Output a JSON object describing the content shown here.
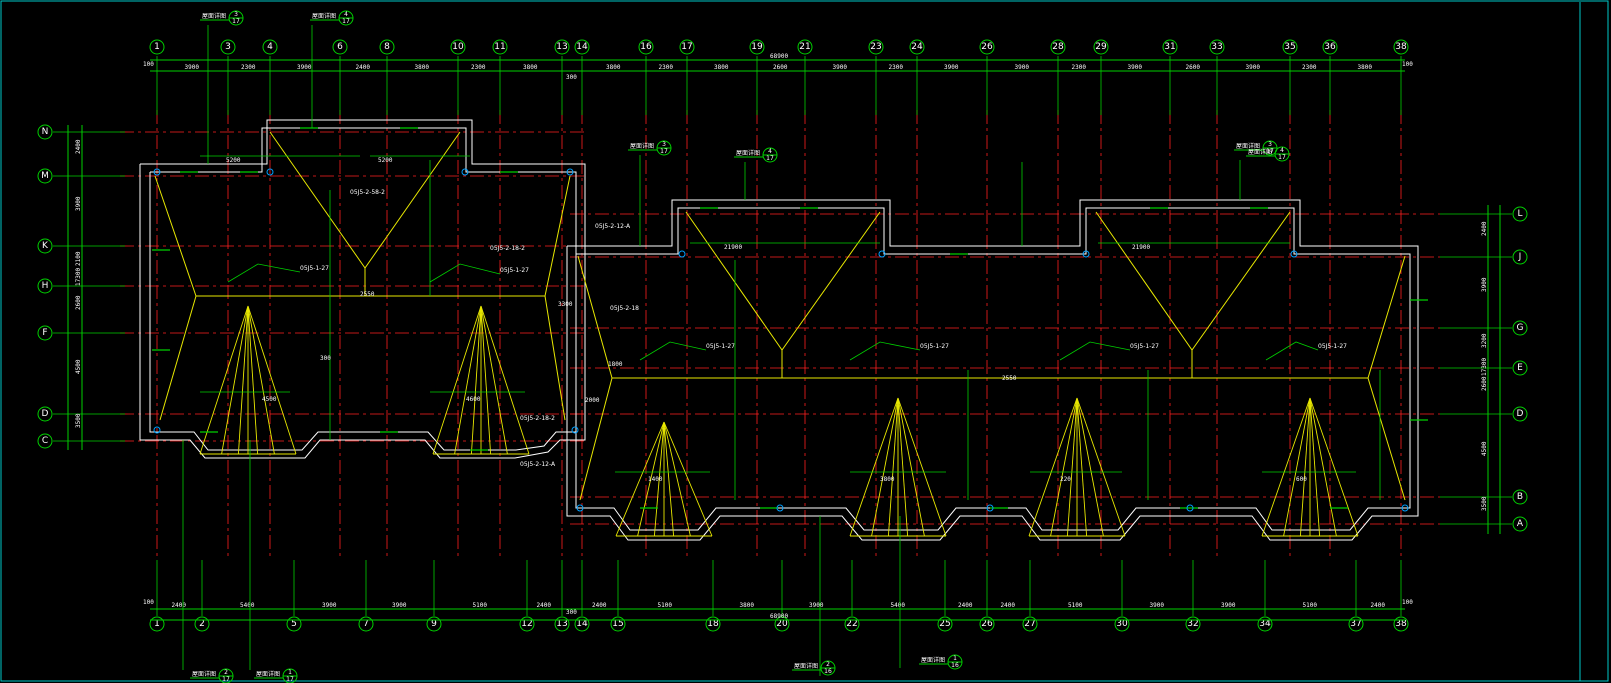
{
  "colors": {
    "background": "#000000",
    "frame": "#00c8c8",
    "axis": "#ff2020",
    "wall": "#ffffff",
    "ridge": "#e8e800",
    "dimension": "#00d000",
    "bubble": "#00d000"
  },
  "top_axes": [
    "1",
    "3",
    "4",
    "6",
    "8",
    "10",
    "11",
    "13",
    "14",
    "16",
    "17",
    "19",
    "21",
    "23",
    "24",
    "26",
    "28",
    "29",
    "31",
    "33",
    "35",
    "36",
    "38"
  ],
  "bottom_axes": [
    "1",
    "2",
    "5",
    "7",
    "9",
    "12",
    "13",
    "14",
    "15",
    "18",
    "20",
    "22",
    "25",
    "26",
    "27",
    "30",
    "32",
    "34",
    "37",
    "38"
  ],
  "left_axes": [
    "N",
    "M",
    "K",
    "H",
    "F",
    "D",
    "C"
  ],
  "right_axes": [
    "L",
    "J",
    "G",
    "E",
    "D",
    "B",
    "A"
  ],
  "top_dims": [
    "3900",
    "2300",
    "3900",
    "2400",
    "3800",
    "2300",
    "3800",
    "3800",
    "2300",
    "3800",
    "2600",
    "3900",
    "2300",
    "3900",
    "3900",
    "2300",
    "3900",
    "2600",
    "3900",
    "2300",
    "3800"
  ],
  "bottom_dims": [
    "2400",
    "5400",
    "3900",
    "3900",
    "5100",
    "2400",
    "2400",
    "5100",
    "3800",
    "3900",
    "5400",
    "2400",
    "2400",
    "5100",
    "3900",
    "3900",
    "5100",
    "2400"
  ],
  "top_total": "68900",
  "bottom_total": "68900",
  "center_gap": "300",
  "edge_dim": "100",
  "left_dims": [
    "2400",
    "3900",
    "2100",
    "17300",
    "2600",
    "4500",
    "3500"
  ],
  "right_dims": [
    "2400",
    "3900",
    "3200",
    "17300",
    "2600",
    "4500",
    "3500"
  ],
  "roof_dims": [
    "5200",
    "5200",
    "21900",
    "21900",
    "2550",
    "2550",
    "4500",
    "4600",
    "1400",
    "3800",
    "220",
    "600",
    "300",
    "2000",
    "1800",
    "3300"
  ],
  "callouts": [
    {
      "id": "c1",
      "title": "屋面详图",
      "num": "3",
      "sheet": "17"
    },
    {
      "id": "c2",
      "title": "屋面详图",
      "num": "4",
      "sheet": "17"
    },
    {
      "id": "c3",
      "title": "屋面详图",
      "num": "3",
      "sheet": "17"
    },
    {
      "id": "c4",
      "title": "屋面详图",
      "num": "4",
      "sheet": "17"
    },
    {
      "id": "c5",
      "title": "屋面详图",
      "num": "3",
      "sheet": "17"
    },
    {
      "id": "c6",
      "title": "屋面详图",
      "num": "4",
      "sheet": "17"
    },
    {
      "id": "c7",
      "title": "屋面详图",
      "num": "2",
      "sheet": "17"
    },
    {
      "id": "c8",
      "title": "屋面详图",
      "num": "1",
      "sheet": "17"
    },
    {
      "id": "c9",
      "title": "屋面详图",
      "num": "2",
      "sheet": "16"
    },
    {
      "id": "c10",
      "title": "屋面详图",
      "num": "1",
      "sheet": "16"
    }
  ],
  "notes": [
    "05J5-2-58-2",
    "05J5-1-27",
    "05J5-1-27",
    "05J5-2-18-2",
    "05J5-2-12-A",
    "05J5-2-18",
    "05J5-1-27",
    "05J5-1-27",
    "05J5-1-27",
    "05J5-1-27",
    "05J5-2-18-2",
    "05J5-2-12-A"
  ]
}
